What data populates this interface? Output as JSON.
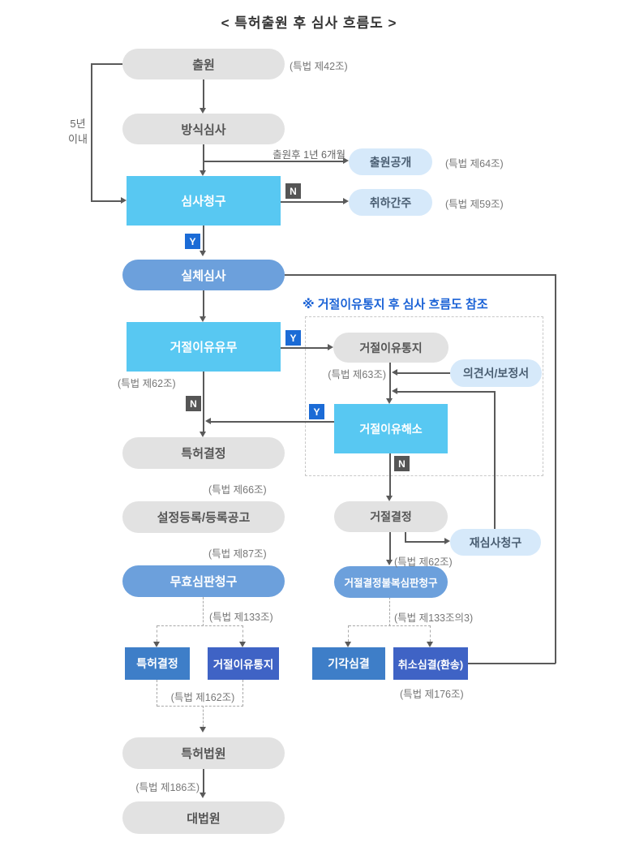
{
  "title": "< 특허출원 후 심사 흐름도 >",
  "note": "※ 거절이유통지 후 심사 흐름도 참조",
  "nodes": {
    "application": "출원",
    "formality_exam": "방식심사",
    "publication": "출원공개",
    "exam_request": "심사청구",
    "withdrawal_deemed": "취하간주",
    "substantive_exam": "실체심사",
    "rejection_ground_check": "거절이유유무",
    "rejection_notice": "거절이유통지",
    "opinion_amendment": "의견서/보정서",
    "rejection_resolved": "거절이유해소",
    "patent_decision": "특허결정",
    "registration_publication": "설정등록/등록공고",
    "invalidation_trial_request": "무효심판청구",
    "trial_patent_decision": "특허결정",
    "trial_rejection_notice": "거절이유통지",
    "patent_court": "특허법원",
    "supreme_court": "대법원",
    "rejection_decision": "거절결정",
    "reexamination_request": "재심사청구",
    "appeal_against_rejection": "거절결정불복심판청구",
    "dismissal_decision": "기각심결",
    "revocation_decision": "취소심결(환송)"
  },
  "laws": {
    "art42": "(특법 제42조)",
    "art64": "(특법 제64조)",
    "art59": "(특법 제59조)",
    "art62": "(특법 제62조)",
    "art63": "(특법 제63조)",
    "art66": "(특법 제66조)",
    "art87": "(특법 제87조)",
    "art133": "(특법 제133조)",
    "art162": "(특법 제162조)",
    "art186": "(특법 제186조)",
    "art62b": "(특법 제62조)",
    "art133_3": "(특법 제133조의3)",
    "art176": "(특법 제176조)"
  },
  "edge_labels": {
    "within_5_years": "5년\n이내",
    "after_18_months": "출원후 1년 6개월",
    "yes": "Y",
    "no": "N"
  },
  "colors": {
    "gray_node": "#E2E2E2",
    "cyan_node": "#58C8F2",
    "blue_node": "#6CA0DC",
    "light_blue_node": "#D6E9FA",
    "azure_node": "#3E7EC8",
    "indigo_node": "#3F63C5",
    "yes_badge": "#1B6BD6",
    "no_badge": "#555555",
    "note_text": "#1A62D6"
  }
}
